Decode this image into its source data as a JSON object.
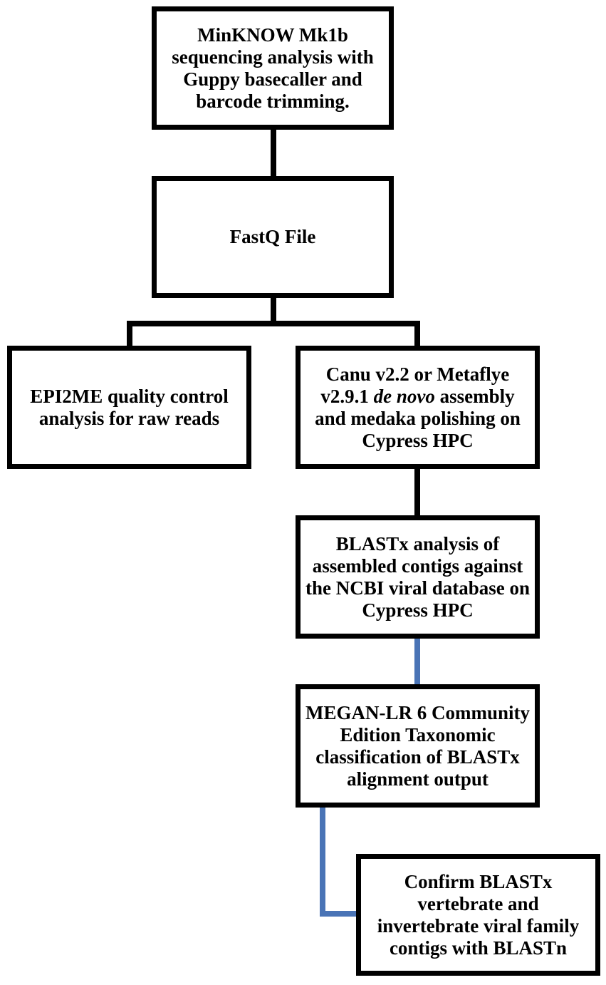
{
  "diagram": {
    "colors": {
      "box_border": "#000000",
      "connector_black": "#000000",
      "connector_blue": "#4a74b6"
    },
    "nodes": {
      "minknow": {
        "text": "MinKNOW Mk1b sequencing analysis with Guppy basecaller and barcode trimming."
      },
      "fastq": {
        "text": "FastQ File"
      },
      "epi2me": {
        "text": "EPI2ME quality control analysis for raw reads"
      },
      "assembly": {
        "text_before": "Canu v2.2 or Metaflye v2.9.1 ",
        "text_italic": "de novo",
        "text_after": " assembly and medaka polishing on Cypress HPC"
      },
      "blastx": {
        "text": "BLASTx analysis of assembled contigs against the NCBI viral database on Cypress HPC"
      },
      "megan": {
        "text": "MEGAN-LR 6 Community Edition Taxonomic classification of BLASTx alignment output"
      },
      "confirm": {
        "text": "Confirm BLASTx vertebrate and invertebrate viral family contigs with BLASTn"
      }
    }
  }
}
